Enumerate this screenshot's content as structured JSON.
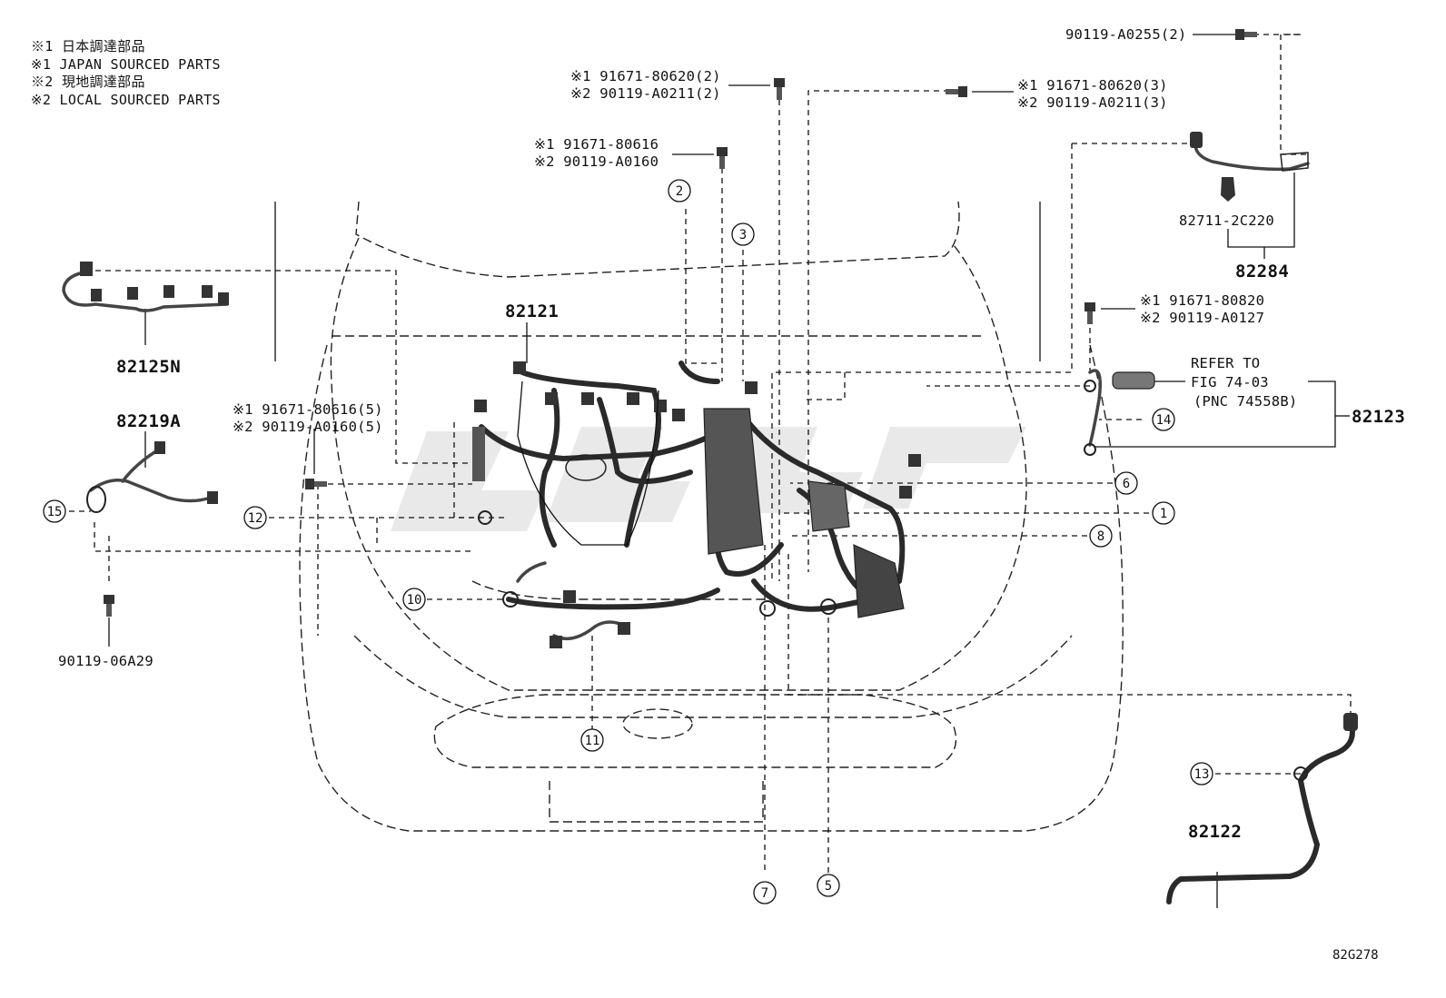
{
  "legend": [
    "※1 日本調達部品",
    "※1 JAPAN SOURCED PARTS",
    "※2 現地調達部品",
    "※2 LOCAL SOURCED PARTS"
  ],
  "bolts": {
    "b_top_right": "90119-A0255(2)",
    "b_c1_a": "※1 91671-80620(2)",
    "b_c1_b": "※2 90119-A0211(2)",
    "b_c2_a": "※1 91671-80620(3)",
    "b_c2_b": "※2 90119-A0211(3)",
    "b_c3_a": "※1 91671-80616",
    "b_c3_b": "※2 90119-A0160",
    "b_left_a": "※1 91671-80616(5)",
    "b_left_b": "※2 90119-A0160(5)",
    "b_right_a": "※1 91671-80820",
    "b_right_b": "※2 90119-A0127",
    "b_bottom_left": "90119-06A29"
  },
  "parts": {
    "p82284": "82284",
    "p82711": "82711-2C220",
    "p82125N": "82125N",
    "p82219A": "82219A",
    "p82121": "82121",
    "p82123": "82123",
    "p82122": "82122"
  },
  "refer": {
    "line1": "REFER TO",
    "line2": "FIG 74-03",
    "line3": "(PNC 74558B)"
  },
  "callouts": {
    "c1": "1",
    "c2": "2",
    "c3": "3",
    "c5": "5",
    "c6": "6",
    "c7": "7",
    "c8": "8",
    "c10": "10",
    "c11": "11",
    "c12": "12",
    "c13": "13",
    "c14": "14",
    "c15": "15"
  },
  "figure_code": "82G278"
}
